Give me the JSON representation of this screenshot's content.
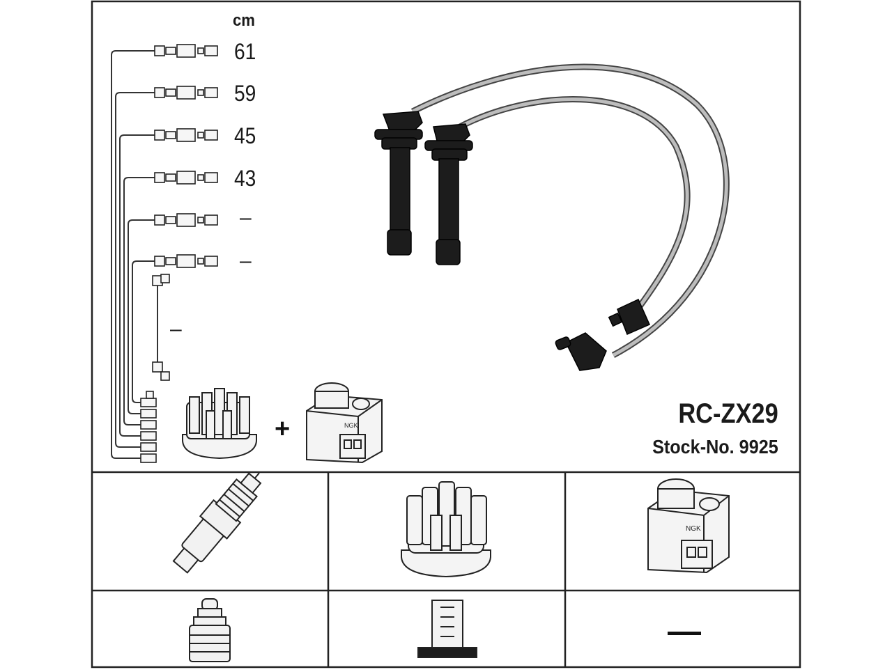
{
  "unit_label": "cm",
  "wire_lengths": [
    "61",
    "59",
    "45",
    "43",
    "–",
    "–"
  ],
  "coil_wire_length": "–",
  "plus_sign": "+",
  "model_code": "RC-ZX29",
  "stock_number": "Stock-No. 9925",
  "coil_lettering": "NGK",
  "table": {
    "row1": [
      "spark-plug",
      "distributor-cap",
      "ignition-coil"
    ],
    "row2": [
      "plug-connector",
      "cap-terminal",
      "none"
    ],
    "empty_cell_text": "—"
  }
}
